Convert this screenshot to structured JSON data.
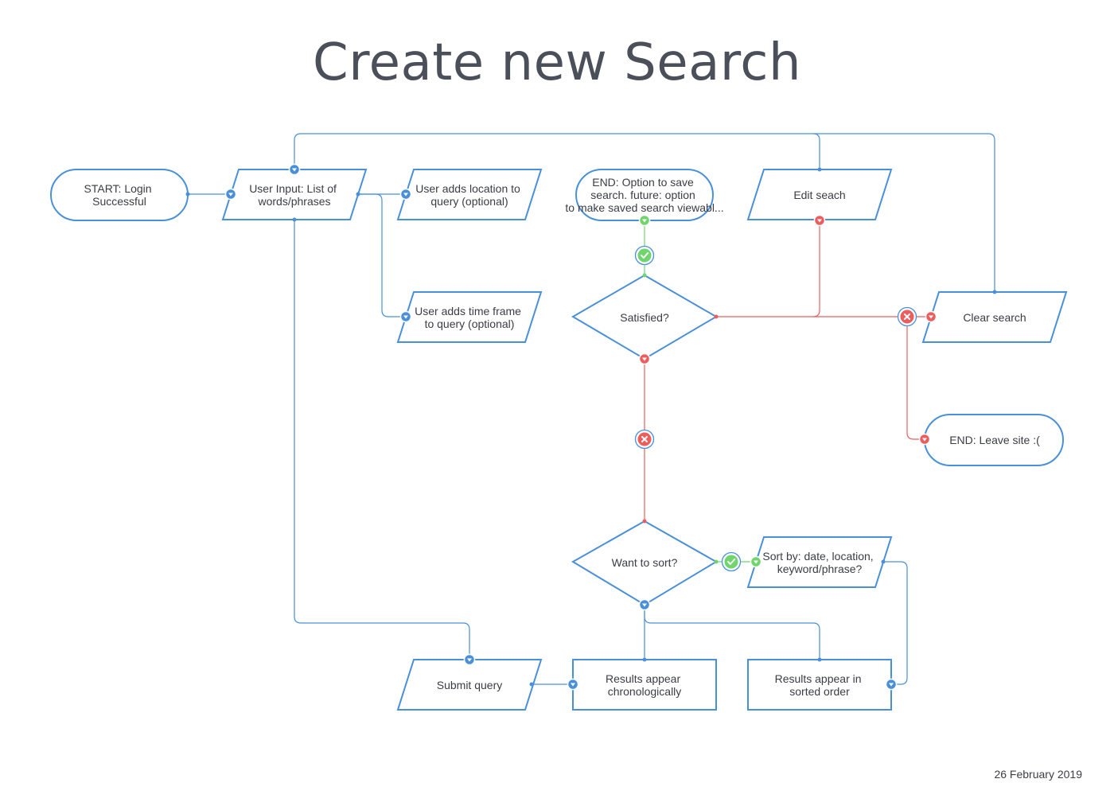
{
  "title": "Create new Search",
  "date": "26 February 2019",
  "colors": {
    "shape_stroke": "#4a90d9",
    "yes": "#6fd56c",
    "no": "#ec5e5e",
    "text": "#3b3d44"
  },
  "nodes": {
    "start": [
      "START: Login",
      "Successful"
    ],
    "user_input": [
      "User Input: List of",
      "words/phrases"
    ],
    "add_location": [
      "User adds location to",
      "query (optional)"
    ],
    "add_timeframe": [
      "User adds time frame",
      "to query (optional)"
    ],
    "end_save": [
      "END: Option to save",
      "search. future: option",
      "to make saved search viewabl..."
    ],
    "edit_search": [
      "Edit seach"
    ],
    "satisfied": [
      "Satisfied?"
    ],
    "clear_search": [
      "Clear search"
    ],
    "end_leave": [
      "END: Leave site :("
    ],
    "want_sort": [
      "Want to sort?"
    ],
    "sort_by": [
      "Sort by: date, location,",
      "keyword/phrase?"
    ],
    "submit_query": [
      "Submit query"
    ],
    "results_chrono": [
      "Results appear",
      "chronologically"
    ],
    "results_sorted": [
      "Results appear in",
      "sorted order"
    ]
  }
}
